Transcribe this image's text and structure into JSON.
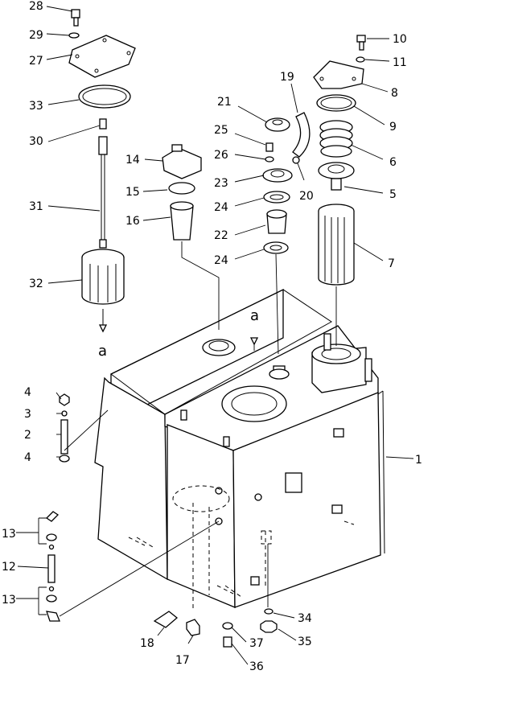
{
  "diagram": {
    "callouts": [
      {
        "id": "c1",
        "label": "1"
      },
      {
        "id": "c2",
        "label": "2"
      },
      {
        "id": "c3",
        "label": "3"
      },
      {
        "id": "c4a",
        "label": "4"
      },
      {
        "id": "c4b",
        "label": "4"
      },
      {
        "id": "c5",
        "label": "5"
      },
      {
        "id": "c6",
        "label": "6"
      },
      {
        "id": "c7",
        "label": "7"
      },
      {
        "id": "c8",
        "label": "8"
      },
      {
        "id": "c9",
        "label": "9"
      },
      {
        "id": "c10",
        "label": "10"
      },
      {
        "id": "c11",
        "label": "11"
      },
      {
        "id": "c12",
        "label": "12"
      },
      {
        "id": "c13a",
        "label": "13"
      },
      {
        "id": "c13b",
        "label": "13"
      },
      {
        "id": "c14",
        "label": "14"
      },
      {
        "id": "c15",
        "label": "15"
      },
      {
        "id": "c16",
        "label": "16"
      },
      {
        "id": "c17",
        "label": "17"
      },
      {
        "id": "c18",
        "label": "18"
      },
      {
        "id": "c19",
        "label": "19"
      },
      {
        "id": "c20",
        "label": "20"
      },
      {
        "id": "c21",
        "label": "21"
      },
      {
        "id": "c22",
        "label": "22"
      },
      {
        "id": "c23",
        "label": "23"
      },
      {
        "id": "c24a",
        "label": "24"
      },
      {
        "id": "c24b",
        "label": "24"
      },
      {
        "id": "c25",
        "label": "25"
      },
      {
        "id": "c26",
        "label": "26"
      },
      {
        "id": "c27",
        "label": "27"
      },
      {
        "id": "c28",
        "label": "28"
      },
      {
        "id": "c29",
        "label": "29"
      },
      {
        "id": "c30",
        "label": "30"
      },
      {
        "id": "c31",
        "label": "31"
      },
      {
        "id": "c32",
        "label": "32"
      },
      {
        "id": "c33",
        "label": "33"
      },
      {
        "id": "c34",
        "label": "34"
      },
      {
        "id": "c35",
        "label": "35"
      },
      {
        "id": "c36",
        "label": "36"
      },
      {
        "id": "c37",
        "label": "37"
      }
    ],
    "view_markers": [
      {
        "id": "va1",
        "label": "a"
      },
      {
        "id": "va2",
        "label": "a"
      }
    ]
  }
}
